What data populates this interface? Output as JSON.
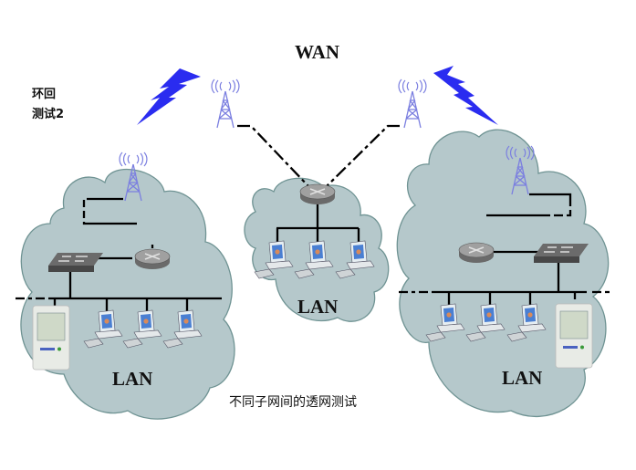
{
  "diagram": {
    "wan_label": "WAN",
    "loopback_label_line1": "环回",
    "loopback_label_line2": "测试2",
    "caption": "不同子网间的透网测试",
    "networks": [
      {
        "id": "left",
        "label": "LAN",
        "devices": [
          "tower",
          "router",
          "switch",
          "tester",
          "pc",
          "pc",
          "pc"
        ]
      },
      {
        "id": "center",
        "label": "LAN",
        "devices": [
          "router",
          "pc",
          "pc",
          "pc"
        ]
      },
      {
        "id": "right",
        "label": "LAN",
        "devices": [
          "tower",
          "router",
          "switch",
          "pc",
          "pc",
          "pc",
          "tester"
        ]
      }
    ],
    "wan_towers": 2,
    "colors": {
      "cloud_fill": "#b5c8cb",
      "cloud_stroke": "#6f9393",
      "tower": "#7b7fe0",
      "bolt": "#2a2cf0",
      "line": "#000000"
    }
  }
}
